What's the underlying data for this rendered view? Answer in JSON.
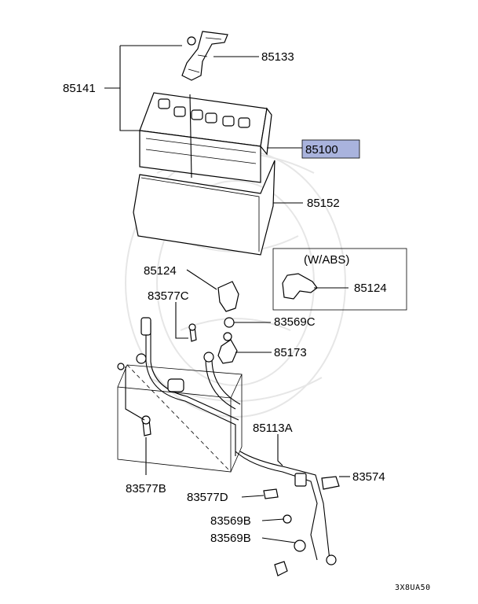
{
  "diagram": {
    "labels": {
      "p85133": "85133",
      "p85141": "85141",
      "p85100": "85100",
      "p85152": "85152",
      "wabs": "(W/ABS)",
      "p85124_left": "85124",
      "p85124_right": "85124",
      "p83577c": "83577C",
      "p83569c": "83569C",
      "p85173": "85173",
      "p85113a": "85113A",
      "p83574": "83574",
      "p83577b": "83577B",
      "p83577d": "83577D",
      "p83569b_1": "83569B",
      "p83569b_2": "83569B"
    },
    "highlight_color": "#a9b3dd",
    "footer_code": "3X8UA50"
  }
}
